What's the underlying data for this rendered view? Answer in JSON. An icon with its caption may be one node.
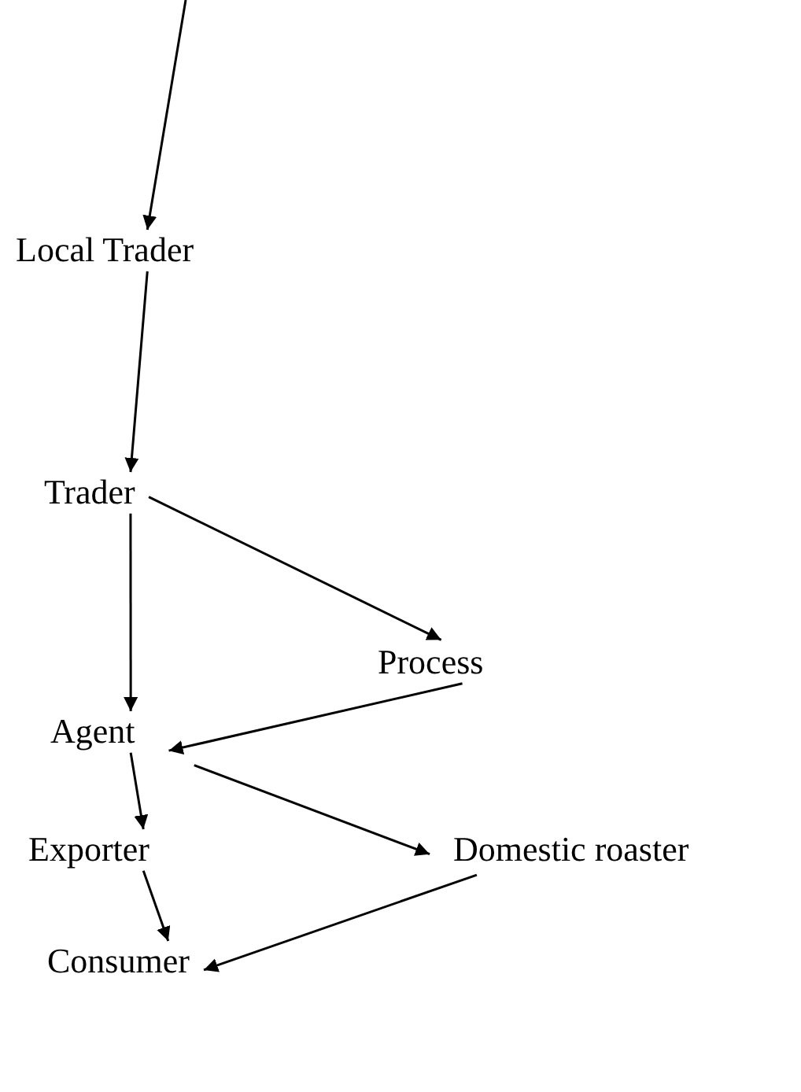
{
  "diagram": {
    "nodes": [
      {
        "text": [
          "Local Trader"
        ]
      },
      {
        "text": [
          "Trader"
        ]
      },
      {
        "text": [
          "Process"
        ]
      },
      {
        "text": [
          "Agent"
        ]
      },
      {
        "text": [
          "Exporter"
        ]
      },
      {
        "text": [
          "Domestic roaster"
        ]
      },
      {
        "text": [
          "Consumer"
        ]
      }
    ],
    "edges": [
      {
        "from": null,
        "to": 0,
        "arrow": "to"
      },
      {
        "from": 0,
        "to": 1,
        "arrow": "to"
      },
      {
        "from": 1,
        "to": 3,
        "arrow": "to"
      },
      {
        "from": 1,
        "to": 2,
        "arrow": "to"
      },
      {
        "from": 2,
        "to": 3,
        "arrow": "to"
      },
      {
        "from": 3,
        "to": 4,
        "arrow": "to"
      },
      {
        "from": 3,
        "to": 5,
        "arrow": "to"
      },
      {
        "from": 4,
        "to": 6,
        "arrow": "to"
      },
      {
        "from": 5,
        "to": 6,
        "arrow": "to"
      }
    ]
  }
}
